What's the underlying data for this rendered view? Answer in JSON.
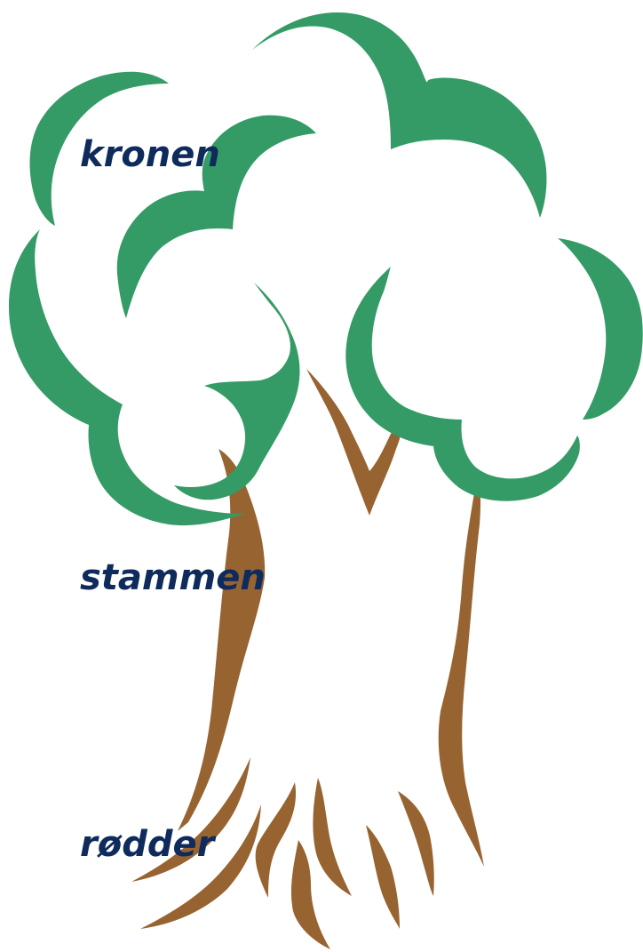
{
  "labels": {
    "crown": "kronen",
    "trunk": "stammen",
    "roots": "rødder"
  },
  "colors": {
    "foliage": "#359b66",
    "bark": "#976431",
    "label_text": "#0e2b5c",
    "background": "#ffffff"
  }
}
